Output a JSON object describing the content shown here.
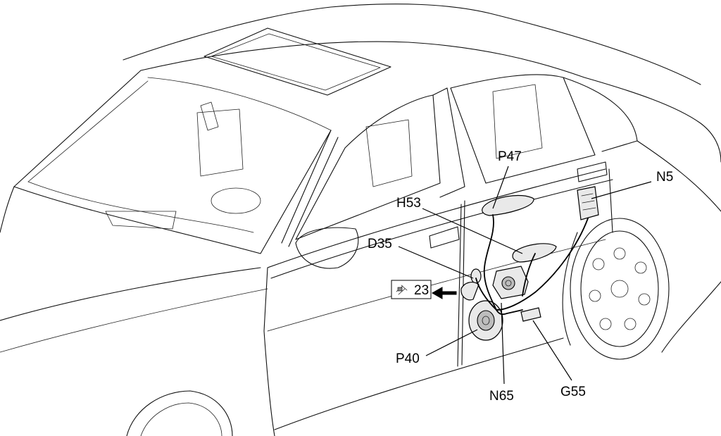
{
  "labels": {
    "p47": "P47",
    "n5": "N5",
    "h53": "H53",
    "d35": "D35",
    "p40": "P40",
    "n65": "N65",
    "g55": "G55"
  },
  "reference": {
    "number": "23"
  },
  "colors": {
    "line": "#111111",
    "part_fill": "#e9e9e9",
    "background": "#ffffff"
  }
}
